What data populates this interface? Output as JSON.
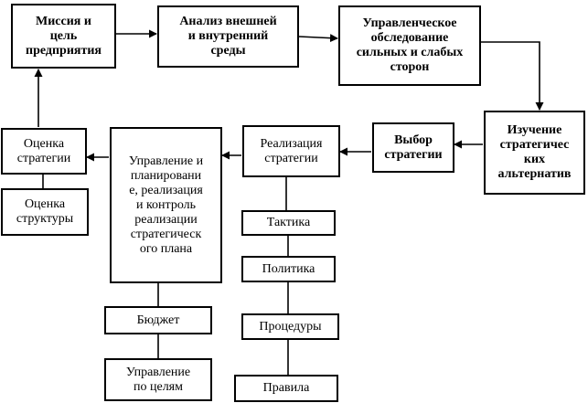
{
  "diagram": {
    "boxes": {
      "mission": "Миссия и\nцель\nпредприятия",
      "analysis": "Анализ внешней\nи внутренний\nсреды",
      "survey": "Управленческое\nобследование\nсильных и слабых\nсторон",
      "alternatives": "Изучение\nстратегичес\nких\nальтернатив",
      "choice": "Выбор\nстратегии",
      "implementation": "Реализация\nстратегии",
      "management": "Управление и\nпланировани\nе, реализация\nи контроль\nреализации\nстратегическ\nого плана",
      "strategy_eval": "Оценка\nстратегии",
      "structure_eval": "Оценка\nструктуры",
      "tactics": "Тактика",
      "policy": "Политика",
      "procedures": "Процедуры",
      "rules": "Правила",
      "budget": "Бюджет",
      "mbo": "Управление\nпо целям"
    }
  }
}
